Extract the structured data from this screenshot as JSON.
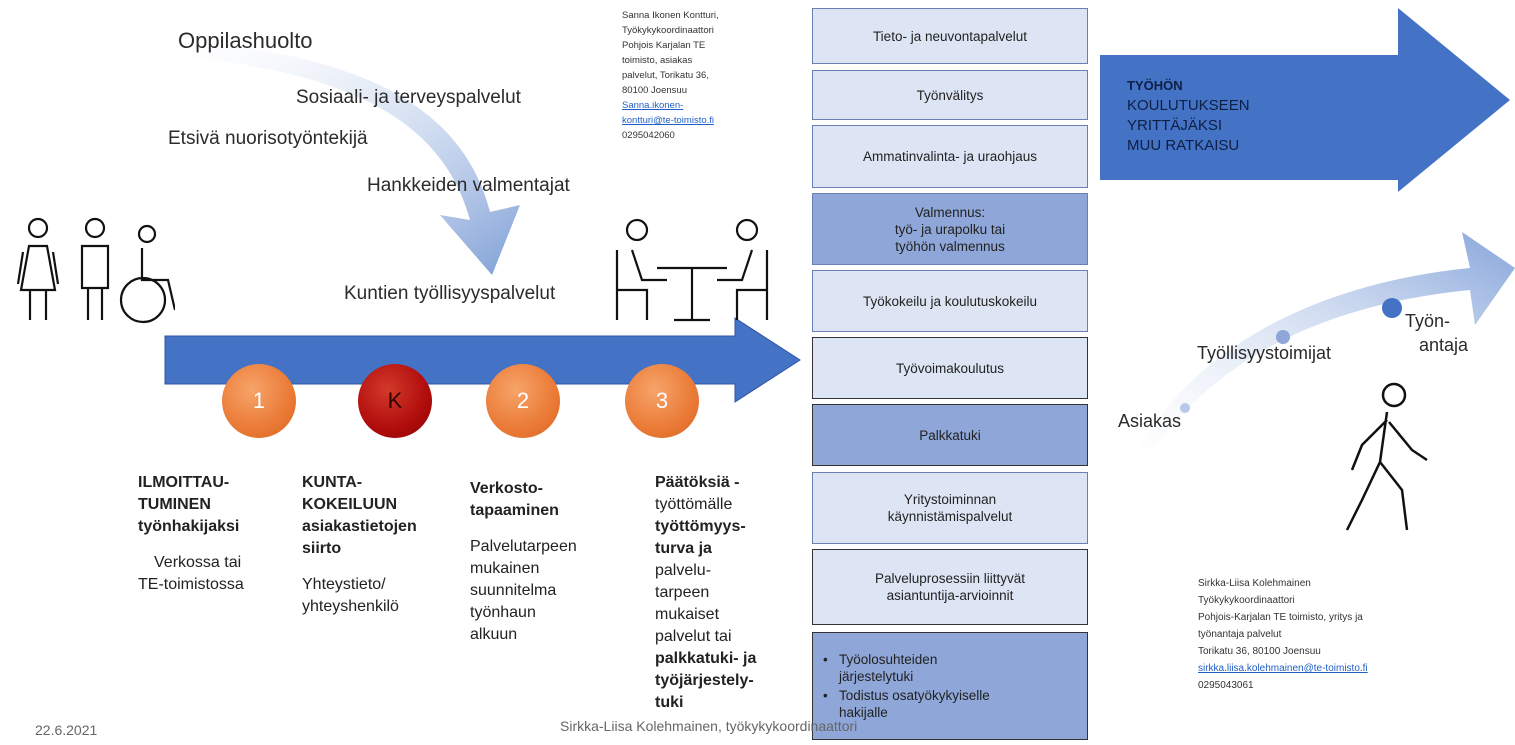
{
  "flow_labels": {
    "oppilashuolto": "Oppilashuolto",
    "sosiaali": "Sosiaali- ja terveyspalvelut",
    "etsiva": "Etsivä nuorisotyöntekijä",
    "hankkeiden": "Hankkeiden valmentajat",
    "kuntien": "Kuntien työllisyyspalvelut"
  },
  "contact_top": {
    "line1": "Sanna Ikonen Kontturi,",
    "line2": "Työkykykoordinaattori",
    "line3": "Pohjois Karjalan TE",
    "line4": "toimisto, asiakas",
    "line5": "palvelut, Torikatu 36,",
    "line6": "80100 Joensuu",
    "email1": "Sanna.ikonen-",
    "email2": "kontturi@te-toimisto.fi",
    "phone": "0295042060"
  },
  "steps": [
    "1",
    "K",
    "2",
    "3"
  ],
  "columns": {
    "c1": {
      "h1": "ILMOITTAU-",
      "h2": "TUMINEN",
      "h3": "työnhakijaksi",
      "b1": "Verkossa tai",
      "b2": "TE-toimistossa"
    },
    "c2": {
      "h1": "KUNTA-",
      "h2": "KOKEILUUN",
      "h3": "asiakastietojen",
      "h4": "siirto",
      "b1": "Yhteystieto/",
      "b2": "yhteyshenkilö"
    },
    "c3": {
      "h1": "Verkosto-",
      "h2": "tapaaminen",
      "b1": "Palvelutarpeen",
      "b2": "mukainen",
      "b3": "suunnitelma",
      "b4": "työnhaun",
      "b5": "alkuun"
    },
    "c4": {
      "l1": "Päätöksiä -",
      "l2": "työttömälle",
      "l3": "työttömyys-",
      "l4": "turva ja",
      "l5": "palvelu-",
      "l6": "tarpeen",
      "l7": "mukaiset",
      "l8": "palvelut tai",
      "l9": "palkkatuki- ja",
      "l10": "työjärjestely-",
      "l11": "tuki"
    }
  },
  "services": [
    "Tieto- ja neuvontapalvelut",
    "Työnvälitys",
    "Ammatinvalinta- ja uraohjaus",
    "Valmennus:",
    "työ- ja urapolku tai",
    "työhön valmennus",
    "Työkokeilu ja koulutuskokeilu",
    "Työvoimakoulutus",
    "Palkkatuki",
    "Yritystoiminnan",
    "käynnistämispalvelut",
    "Palveluprosessiin liittyvät",
    "asiantuntija-arvioinnit",
    "Työolosuhteiden",
    "järjestelytuki",
    "Todistus osatyökykyiselle",
    "hakijalle"
  ],
  "outcomes": {
    "l1": "TYÖHÖN",
    "l2": "KOULUTUKSEEN",
    "l3": "YRITTÄJÄKSI",
    "l4": "MUU RATKAISU"
  },
  "path_labels": {
    "asiakas": "Asiakas",
    "tyollisyystoimijat": "Työllisyystoimijat",
    "tyonantaja1": "Työn-",
    "tyonantaja2": "antaja"
  },
  "contact_bottom": {
    "line1": "Sirkka-Liisa Kolehmainen",
    "line2": "Työkykykoordinaattori",
    "line3": "Pohjois-Karjalan TE toimisto, yritys ja",
    "line4": "työnantaja palvelut",
    "line5": "Torikatu 36, 80100 Joensuu",
    "email": "sirkka.liisa.kolehmainen@te-toimisto.fi",
    "phone": "0295043061"
  },
  "footer": {
    "date": "22.6.2021",
    "author": "Sirkka-Liisa Kolehmainen, työkykykoordinaattori"
  },
  "colors": {
    "arrow_blue": "#4472c4",
    "dark_blue": "#3f64b6",
    "light_blue": "#dde5f4",
    "mid_blue": "#8ea6d8",
    "orange": "#ea7a36",
    "red": "#b00c0c"
  },
  "icons": [
    "female-person-icon",
    "male-person-icon",
    "wheelchair-person-icon",
    "meeting-table-icon",
    "walking-person-icon"
  ]
}
